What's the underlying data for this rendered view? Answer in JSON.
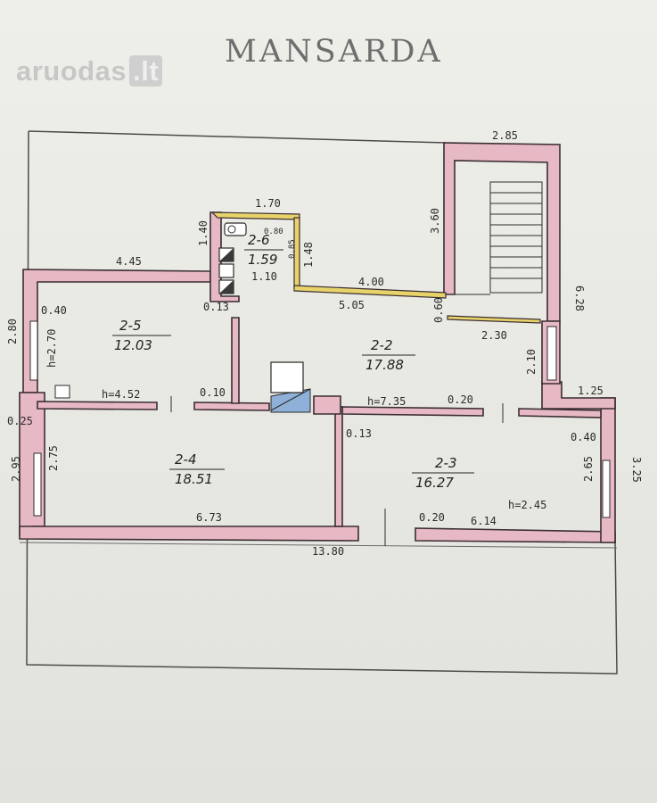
{
  "title": "MANSARDA",
  "watermark": {
    "brand": "aruodas",
    "tld": ".lt"
  },
  "colors": {
    "wall": "#e7b9c5",
    "wall_stroke": "#3a2d33",
    "paper": "#ececE6",
    "yellow": "#e8d36a",
    "blue": "#8fb1d9"
  },
  "rooms": [
    {
      "code": "2-5",
      "area": "12.03"
    },
    {
      "code": "2-2",
      "area": "17.88"
    },
    {
      "code": "2-4",
      "area": "18.51"
    },
    {
      "code": "2-3",
      "area": "16.27"
    },
    {
      "code": "2-6",
      "area": "1.59"
    }
  ],
  "dimensions": {
    "d_285": "2.85",
    "d_170": "1.70",
    "d_140": "1.40",
    "d_080": "0.80",
    "d_148": "1.48",
    "d_085": "0.85",
    "d_110": "1.10",
    "d_400": "4.00",
    "d_360": "3.60",
    "d_628": "6.28",
    "d_445": "4.45",
    "d_040a": "0.40",
    "d_013a": "0.13",
    "d_505": "5.05",
    "d_060": "0.60",
    "d_230": "2.30",
    "d_280": "2.80",
    "d_270": "h=2.70",
    "d_452": "h=4.52",
    "d_010": "0.10",
    "d_210": "2.10",
    "d_125": "1.25",
    "d_025": "0.25",
    "d_735": "h=7.35",
    "d_020a": "0.20",
    "d_013b": "0.13",
    "d_040b": "0.40",
    "d_295": "2.95",
    "d_275": "2.75",
    "d_265": "2.65",
    "d_325": "3.25",
    "d_h245": "h=2.45",
    "d_673": "6.73",
    "d_020b": "0.20",
    "d_614": "6.14",
    "d_1380": "13.80"
  }
}
